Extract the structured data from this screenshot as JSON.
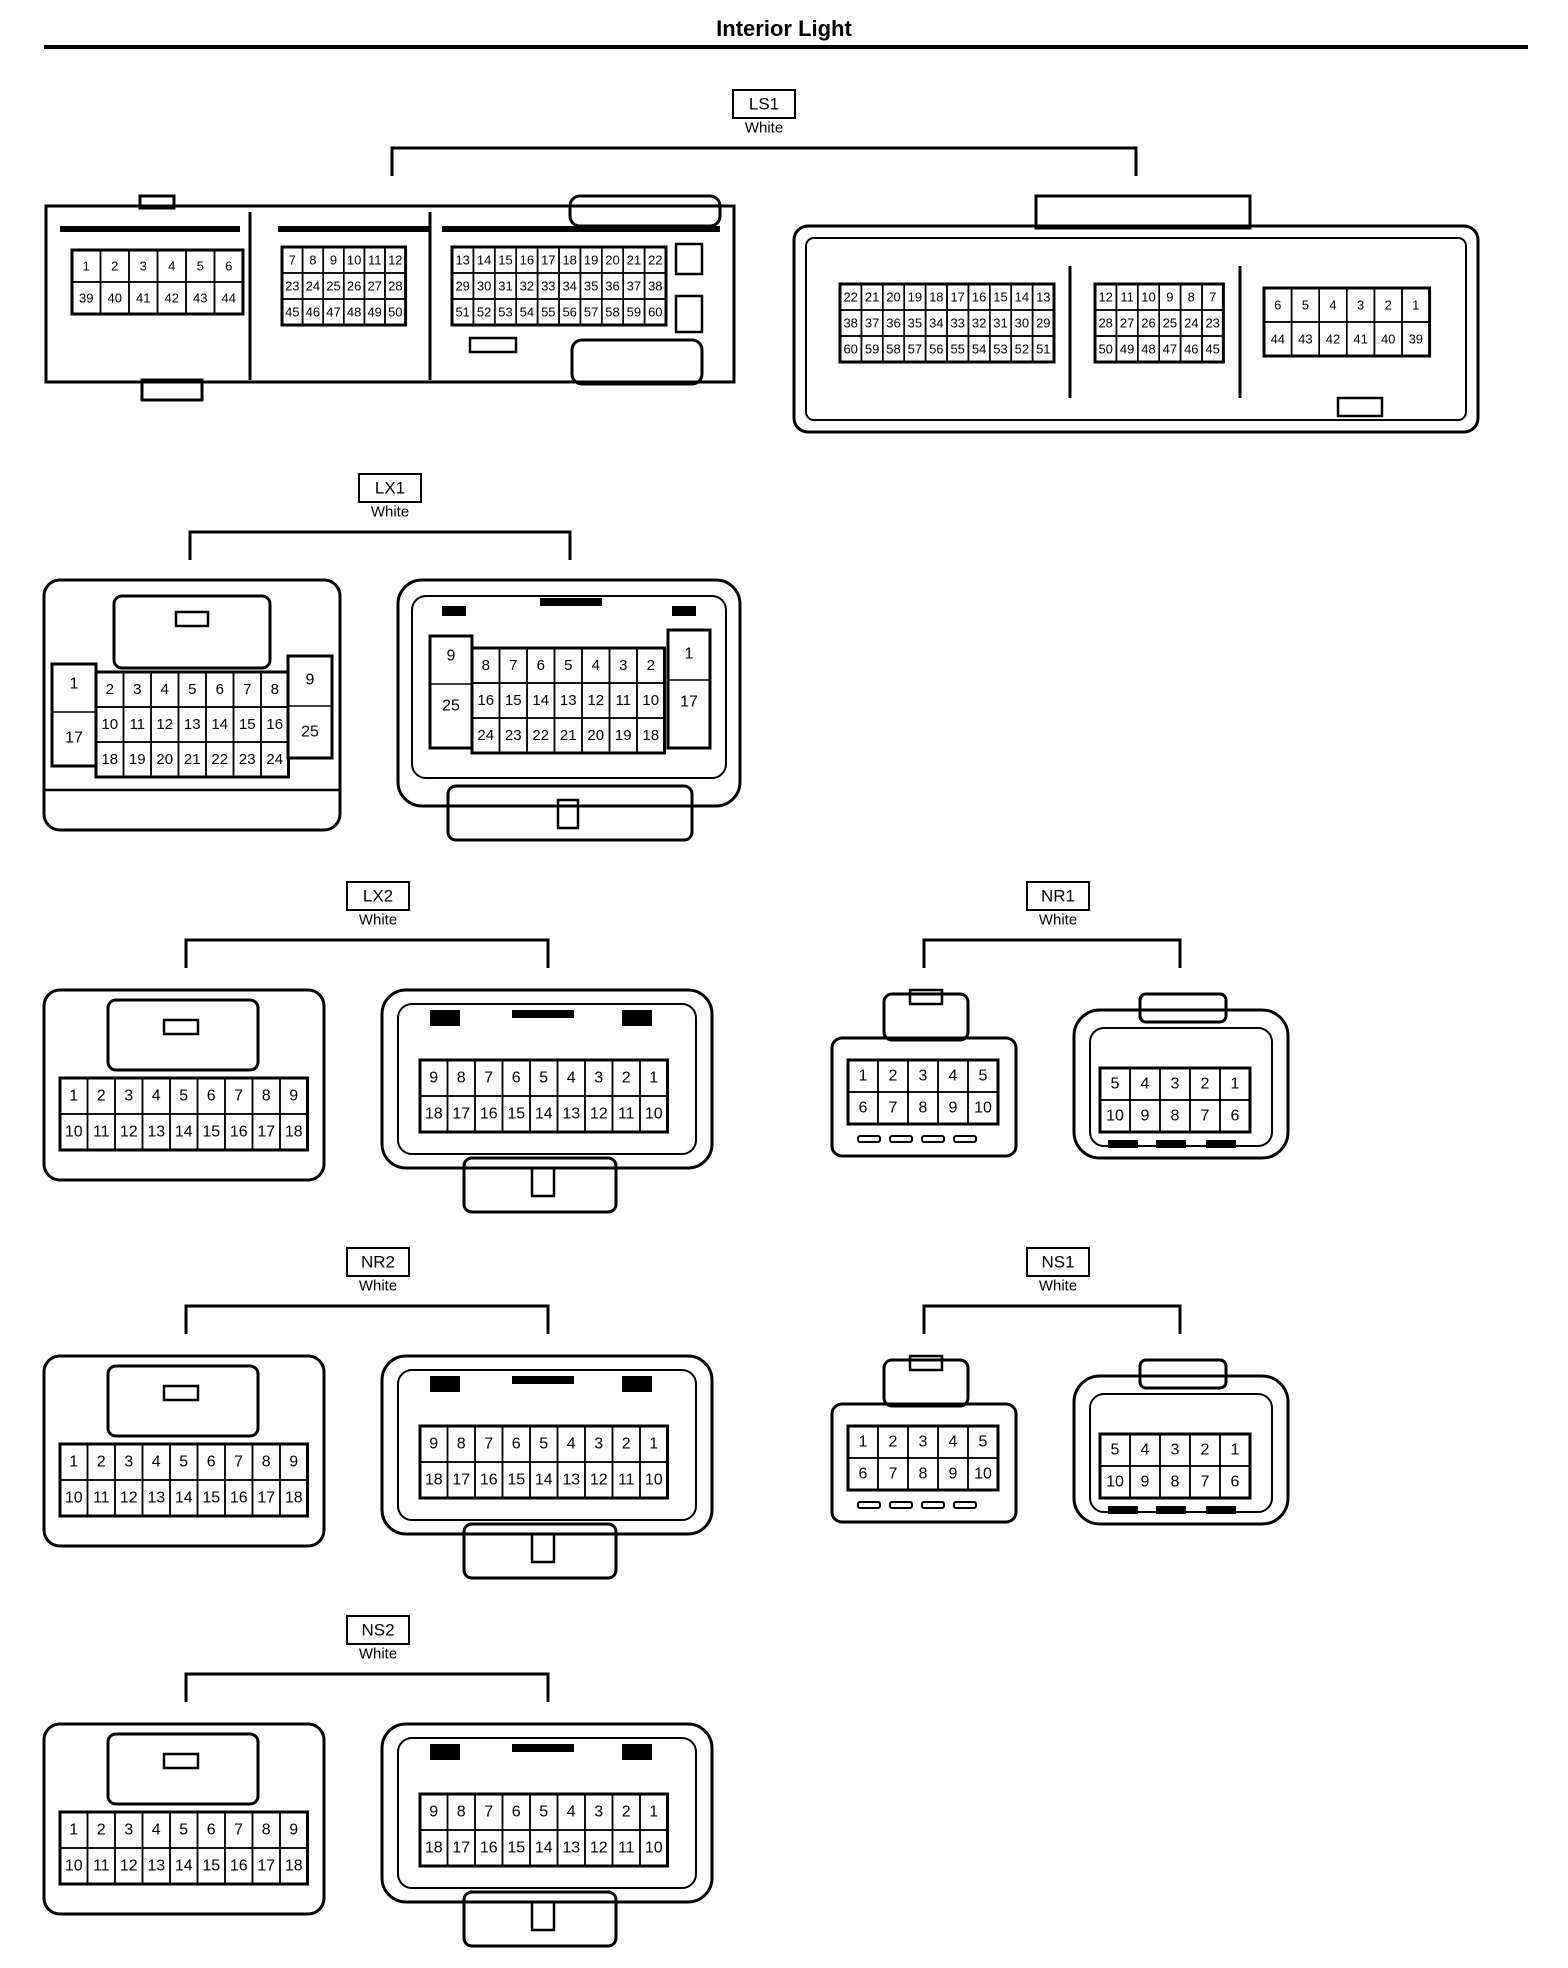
{
  "title": "Interior Light",
  "connectors": [
    {
      "id": "LS1",
      "color": "White",
      "left": {
        "blocks": [
          {
            "rows": [
              [
                "1",
                "2",
                "3",
                "4",
                "5",
                "6"
              ],
              [
                "39",
                "40",
                "41",
                "42",
                "43",
                "44"
              ]
            ]
          },
          {
            "rows": [
              [
                "7",
                "8",
                "9",
                "10",
                "11",
                "12"
              ],
              [
                "23",
                "24",
                "25",
                "26",
                "27",
                "28"
              ],
              [
                "45",
                "46",
                "47",
                "48",
                "49",
                "50"
              ]
            ]
          },
          {
            "rows": [
              [
                "13",
                "14",
                "15",
                "16",
                "17",
                "18",
                "19",
                "20",
                "21",
                "22"
              ],
              [
                "29",
                "30",
                "31",
                "32",
                "33",
                "34",
                "35",
                "36",
                "37",
                "38"
              ],
              [
                "51",
                "52",
                "53",
                "54",
                "55",
                "56",
                "57",
                "58",
                "59",
                "60"
              ]
            ]
          }
        ]
      },
      "right": {
        "blocks": [
          {
            "rows": [
              [
                "22",
                "21",
                "20",
                "19",
                "18",
                "17",
                "16",
                "15",
                "14",
                "13"
              ],
              [
                "38",
                "37",
                "36",
                "35",
                "34",
                "33",
                "32",
                "31",
                "30",
                "29"
              ],
              [
                "60",
                "59",
                "58",
                "57",
                "56",
                "55",
                "54",
                "53",
                "52",
                "51"
              ]
            ]
          },
          {
            "rows": [
              [
                "12",
                "11",
                "10",
                "9",
                "8",
                "7"
              ],
              [
                "28",
                "27",
                "26",
                "25",
                "24",
                "23"
              ],
              [
                "50",
                "49",
                "48",
                "47",
                "46",
                "45"
              ]
            ]
          },
          {
            "rows": [
              [
                "6",
                "5",
                "4",
                "3",
                "2",
                "1"
              ],
              [
                "44",
                "43",
                "42",
                "41",
                "40",
                "39"
              ]
            ]
          }
        ]
      }
    },
    {
      "id": "LX1",
      "color": "White",
      "left": {
        "side_top": [
          "1",
          "9"
        ],
        "side_bottom": [
          "17",
          "25"
        ],
        "rows": [
          [
            "2",
            "3",
            "4",
            "5",
            "6",
            "7",
            "8"
          ],
          [
            "10",
            "11",
            "12",
            "13",
            "14",
            "15",
            "16"
          ],
          [
            "18",
            "19",
            "20",
            "21",
            "22",
            "23",
            "24"
          ]
        ]
      },
      "right": {
        "side_top": [
          "9",
          "1"
        ],
        "side_bottom": [
          "25",
          "17"
        ],
        "rows": [
          [
            "8",
            "7",
            "6",
            "5",
            "4",
            "3",
            "2"
          ],
          [
            "16",
            "15",
            "14",
            "13",
            "12",
            "11",
            "10"
          ],
          [
            "24",
            "23",
            "22",
            "21",
            "20",
            "19",
            "18"
          ]
        ]
      }
    },
    {
      "id": "LX2",
      "color": "White",
      "left": {
        "rows": [
          [
            "1",
            "2",
            "3",
            "4",
            "5",
            "6",
            "7",
            "8",
            "9"
          ],
          [
            "10",
            "11",
            "12",
            "13",
            "14",
            "15",
            "16",
            "17",
            "18"
          ]
        ]
      },
      "right": {
        "rows": [
          [
            "9",
            "8",
            "7",
            "6",
            "5",
            "4",
            "3",
            "2",
            "1"
          ],
          [
            "18",
            "17",
            "16",
            "15",
            "14",
            "13",
            "12",
            "11",
            "10"
          ]
        ]
      }
    },
    {
      "id": "NR1",
      "color": "White",
      "left": {
        "rows": [
          [
            "1",
            "2",
            "3",
            "4",
            "5"
          ],
          [
            "6",
            "7",
            "8",
            "9",
            "10"
          ]
        ]
      },
      "right": {
        "rows": [
          [
            "5",
            "4",
            "3",
            "2",
            "1"
          ],
          [
            "10",
            "9",
            "8",
            "7",
            "6"
          ]
        ]
      }
    },
    {
      "id": "NR2",
      "color": "White",
      "left": {
        "rows": [
          [
            "1",
            "2",
            "3",
            "4",
            "5",
            "6",
            "7",
            "8",
            "9"
          ],
          [
            "10",
            "11",
            "12",
            "13",
            "14",
            "15",
            "16",
            "17",
            "18"
          ]
        ]
      },
      "right": {
        "rows": [
          [
            "9",
            "8",
            "7",
            "6",
            "5",
            "4",
            "3",
            "2",
            "1"
          ],
          [
            "18",
            "17",
            "16",
            "15",
            "14",
            "13",
            "12",
            "11",
            "10"
          ]
        ]
      }
    },
    {
      "id": "NS1",
      "color": "White",
      "left": {
        "rows": [
          [
            "1",
            "2",
            "3",
            "4",
            "5"
          ],
          [
            "6",
            "7",
            "8",
            "9",
            "10"
          ]
        ]
      },
      "right": {
        "rows": [
          [
            "5",
            "4",
            "3",
            "2",
            "1"
          ],
          [
            "10",
            "9",
            "8",
            "7",
            "6"
          ]
        ]
      }
    },
    {
      "id": "NS2",
      "color": "White",
      "left": {
        "rows": [
          [
            "1",
            "2",
            "3",
            "4",
            "5",
            "6",
            "7",
            "8",
            "9"
          ],
          [
            "10",
            "11",
            "12",
            "13",
            "14",
            "15",
            "16",
            "17",
            "18"
          ]
        ]
      },
      "right": {
        "rows": [
          [
            "9",
            "8",
            "7",
            "6",
            "5",
            "4",
            "3",
            "2",
            "1"
          ],
          [
            "18",
            "17",
            "16",
            "15",
            "14",
            "13",
            "12",
            "11",
            "10"
          ]
        ]
      }
    }
  ]
}
